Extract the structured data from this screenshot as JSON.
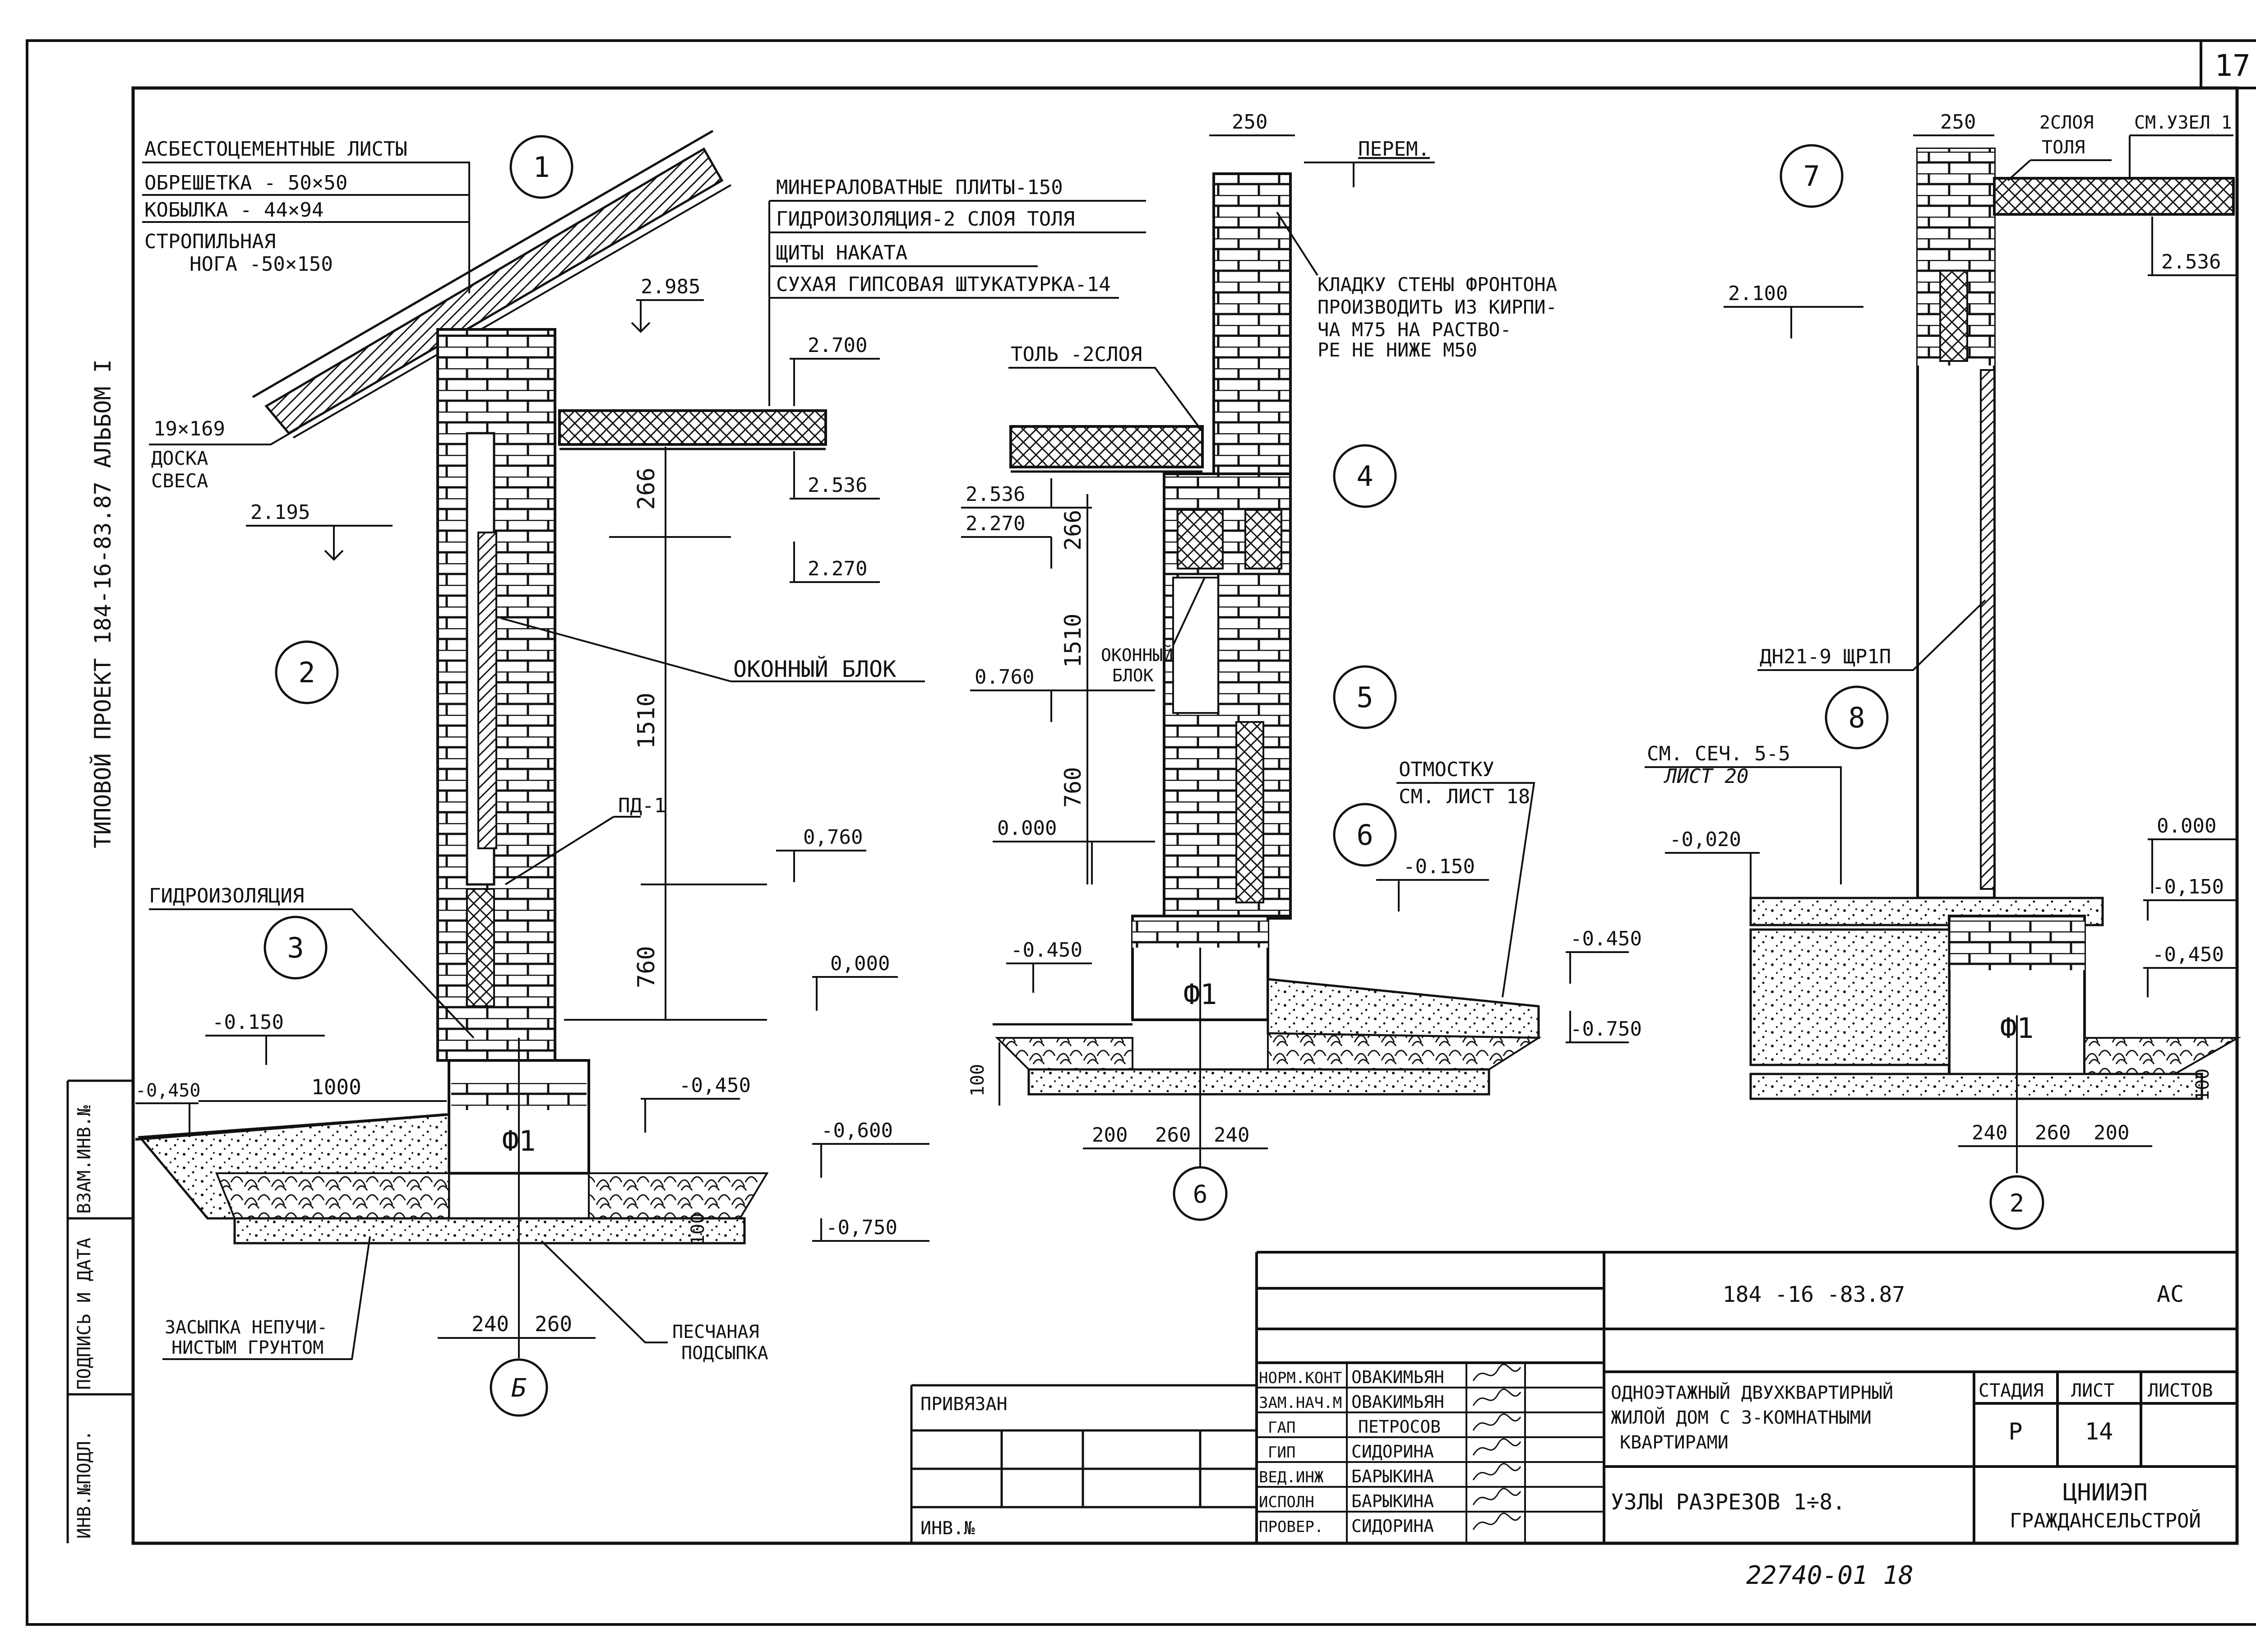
{
  "sheet": {
    "number": "17",
    "album_side": "ТИПОВОЙ ПРОЕКТ 184-16-83.87      АЛЬБОМ I",
    "stamp_left": [
      "ИНВ.№ПОДЛ.",
      "ПОДПИСЬ И ДАТА",
      "ВЗАМ.ИНВ.№"
    ]
  },
  "node_circles": [
    "1",
    "2",
    "3",
    "4",
    "5",
    "6",
    "7",
    "8"
  ],
  "left": {
    "roof_layers": [
      "АСБЕСТОЦЕМЕНТНЫЕ ЛИСТЫ",
      "ОБРЕШЕТКА   -  50×50",
      "КОБЫЛКА      -  44×94",
      "СТРОПИЛЬНАЯ",
      "НОГА      -50×150"
    ],
    "ceiling_layers": [
      "МИНЕРАЛОВАТНЫЕ ПЛИТЫ-150",
      "ГИДРОИЗОЛЯЦИЯ-2 СЛОЯ ТОЛЯ",
      "ЩИТЫ  НАКАТА",
      "СУХАЯ ГИПСОВАЯ ШТУКАТУРКА-14"
    ],
    "board": [
      "19×169",
      "ДОСКА",
      "СВЕСА"
    ],
    "window": "ОКОННЫЙ БЛОК",
    "pd": "ПД-1",
    "waterproof": "ГИДРОИЗОЛЯЦИЯ",
    "backfill": [
      "ЗАСЫПКА НЕПУЧИ-",
      "НИСТЫМ ГРУНТОМ"
    ],
    "sand": [
      "ПЕСЧАНАЯ",
      "ПОДСЫПКА"
    ],
    "marks": [
      "2.985",
      "2.700",
      "2.536",
      "2.270",
      "2.195",
      "0,760",
      "0,000",
      "-0,450",
      "-0,600",
      "-0,750",
      "-0.150",
      "-0,450"
    ],
    "dims": [
      "266",
      "1510",
      "760",
      "1000",
      "240",
      "260",
      "100"
    ],
    "foundation": "Ф1",
    "axis": "Б"
  },
  "middle": {
    "top_dim": "250",
    "perem": "ПЕРЕМ.",
    "note": [
      "КЛАДКУ СТЕНЫ ФРОНТОНА",
      "ПРОИЗВОДИТЬ ИЗ КИРПИ-",
      "ЧА  М75  НА  РАСТВО-",
      "РЕ  НЕ  НИЖЕ  М50"
    ],
    "tol": "ТОЛЬ -2СЛОЯ",
    "window": [
      "ОКОННЫЙ",
      "БЛОК"
    ],
    "otmostka": [
      "ОТМОСТКУ",
      "СМ. ЛИСТ 18"
    ],
    "marks": [
      "2.536",
      "2.270",
      "0.760",
      "0.000",
      "-0.450",
      "-0.150",
      "-0.450",
      "-0.750"
    ],
    "dims": [
      "266",
      "1510",
      "760",
      "100",
      "200",
      "260",
      "240"
    ],
    "foundation": "Ф1",
    "axis": "6"
  },
  "right": {
    "top_dim": "250",
    "tol": [
      "2СЛОЯ",
      "ТОЛЯ"
    ],
    "see_node": "СМ.УЗЕЛ 1",
    "door": "ДН21-9 ЩР1П",
    "see_sec": [
      "СМ. СЕЧ. 5-5",
      "ЛИСТ 20"
    ],
    "marks": [
      "2.100",
      "2.536",
      "-0,020",
      "0.000",
      "-0,150",
      "-0,450"
    ],
    "dims": [
      "240",
      "260",
      "200",
      "100"
    ],
    "foundation": "Ф1",
    "axis": "2"
  },
  "title_block": {
    "code": "184 -16 -83.87",
    "mark": "АС",
    "roles": [
      "НОРМ.КОНТ",
      "ЗАМ.НАЧ.М",
      "ГАП",
      "ГИП",
      "ВЕД.ИНЖ",
      "ИСПОЛН",
      "ПРОВЕР."
    ],
    "names": [
      "ОВАКИМЬЯН",
      "ОВАКИМЬЯН",
      "ПЕТРОСОВ",
      "СИДОРИНА",
      "БАРЫКИНА",
      "БАРЫКИНА",
      "СИДОРИНА"
    ],
    "privyazan": "ПРИВЯЗАН",
    "inv": "ИНВ.№",
    "building": [
      "ОДНОЭТАЖНЫЙ ДВУХКВАРТИРНЫЙ",
      "ЖИЛОЙ ДОМ С 3-КОМНАТНЫМИ",
      "КВАРТИРАМИ"
    ],
    "sheet_title": "УЗЛЫ   РАЗРЕЗОВ 1÷8.",
    "stage_label": "СТАДИЯ",
    "sheet_label": "ЛИСТ",
    "sheets_label": "ЛИСТОВ",
    "stage": "Р",
    "sheet": "14",
    "org": [
      "ЦНИИЭП",
      "ГРАЖДАНСЕЛЬСТРОЙ"
    ],
    "footer": "22740-01  18"
  }
}
